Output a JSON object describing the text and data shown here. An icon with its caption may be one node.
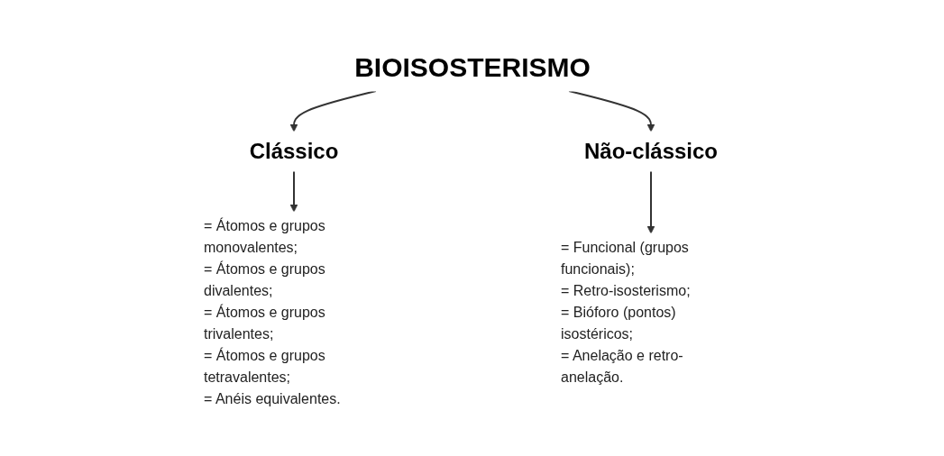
{
  "diagram": {
    "nodes": [
      {
        "text": [
          "BIOISOSTERISMO"
        ]
      },
      {
        "text": [
          "Clássico"
        ]
      },
      {
        "text": [
          "Não-clássico"
        ]
      },
      {
        "text": [
          "= Átomos e grupos monovalentes;",
          "= Átomos e grupos divalentes;",
          "= Átomos e grupos trivalentes;",
          "= Átomos e grupos tetravalentes;",
          "= Anéis equivalentes."
        ]
      },
      {
        "text": [
          "= Funcional (grupos funcionais);",
          "= Retro-isosterismo;",
          "= Bióforo (pontos) isostéricos;",
          "= Anelação e retro-anelação."
        ]
      }
    ],
    "edges": [
      {
        "from": 0,
        "to": 1,
        "arrow": "to"
      },
      {
        "from": 0,
        "to": 2,
        "arrow": "to"
      },
      {
        "from": 1,
        "to": 3,
        "arrow": "to"
      },
      {
        "from": 2,
        "to": 4,
        "arrow": "to"
      }
    ]
  }
}
